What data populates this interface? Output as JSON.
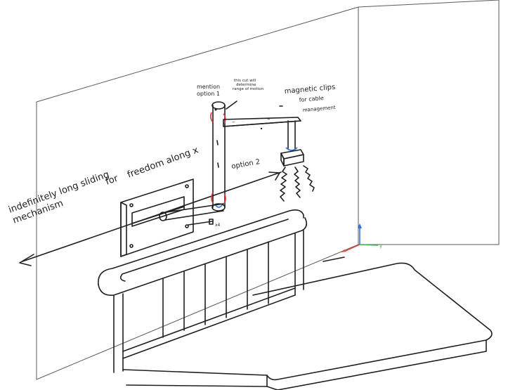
{
  "labels": {
    "sliding_line1": "indefinitely long sliding",
    "sliding_line2": "freedom along x",
    "sliding_line3": "mechanism",
    "for_word": "for",
    "mention_line1": "mention",
    "mention_line2": "option 1",
    "cut_line1": "this cut will",
    "cut_line2": "determine",
    "cut_line3": "range of motion",
    "magnetic_line1": "magnetic clips",
    "magnetic_line2": "for cable",
    "magnetic_line3": "management",
    "option2": "option 2",
    "arm_dash1": "–",
    "arm_dash2": "–",
    "x_tag": "x4"
  },
  "axes": {
    "x_color": "#e8403a",
    "y_color": "#3fae49",
    "z_color": "#2f6fde",
    "y_label": "y"
  },
  "colors": {
    "joint_red": "#e0353a",
    "joint_blue": "#2f6fde",
    "ink": "#1e1e1e"
  }
}
